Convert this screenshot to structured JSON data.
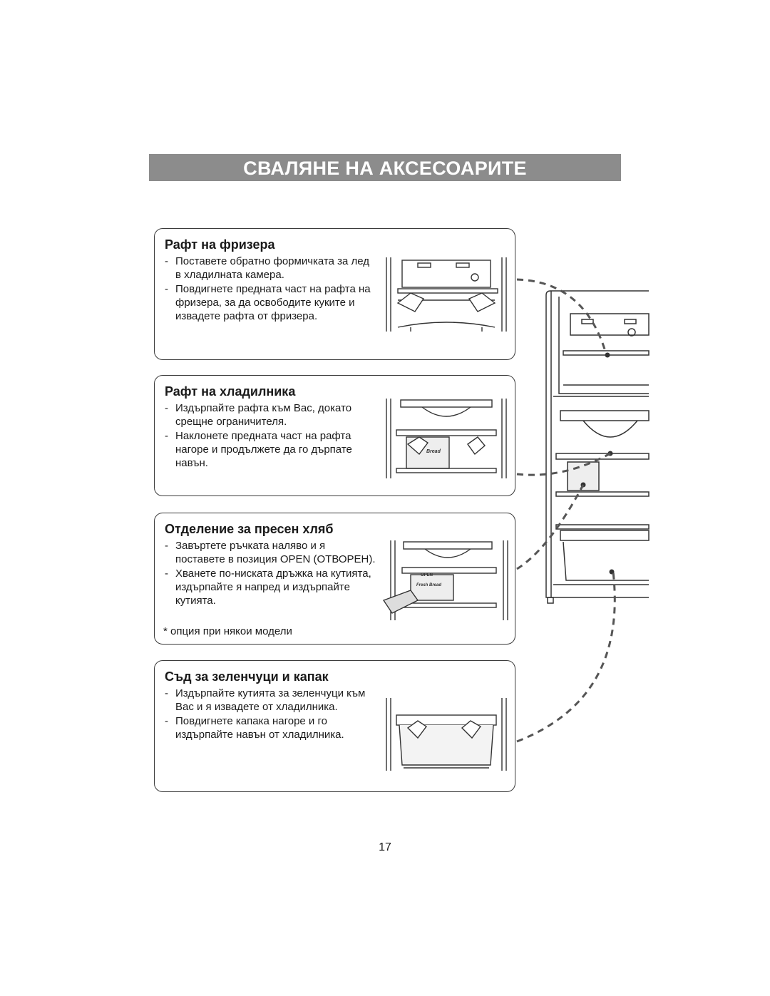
{
  "page": {
    "title": "СВАЛЯНЕ НА АКСЕСОАРИТЕ",
    "page_number": "17"
  },
  "sections": [
    {
      "heading": "Рафт на фризера",
      "items": [
        "Поставете обратно формичката за лед в хладилната камера.",
        "Повдигнете предната част на рафта на фризера, за да освободите куките и извадете рафта от фризера."
      ]
    },
    {
      "heading": "Рафт на хладилника",
      "items": [
        "Издърпайте рафта към Вас, докато срещне ограничителя.",
        "Наклонете предната част на рафта нагоре и продължете да го дърпате навън."
      ]
    },
    {
      "heading": "Отделение за пресен хляб",
      "items": [
        "Завъртете ръчката наляво и я поставете в позиция OPEN (ОТВОРЕН).",
        "Хванете по-ниската дръжка на кутията, издърпайте я напред и издърпайте кутията."
      ],
      "note": "* опция при някои модели"
    },
    {
      "heading": "Съд за зеленчуци и капак",
      "items": [
        "Издърпайте кутията за зеленчуци към Вас и я извадете от хладилника.",
        "Повдигнете капака нагоре и го издърпайте навън от хладилника."
      ]
    }
  ],
  "illustration_labels": {
    "bread": "Bread",
    "fresh_bread": "Fresh Bread",
    "open": "OPEN"
  },
  "colors": {
    "title_bar": "#8c8c8c",
    "line_art": "#333333",
    "connector": "#555555"
  }
}
